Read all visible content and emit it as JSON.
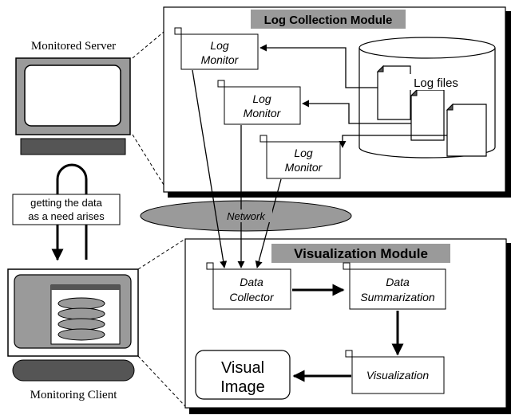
{
  "left": {
    "server_label": "Monitored Server",
    "client_label": "Monitoring Client",
    "fetch_note": [
      "getting the data",
      "as a need arises"
    ]
  },
  "network_label": "Network",
  "log_module": {
    "title": "Log Collection Module",
    "monitor_line1": "Log",
    "monitor_line2": "Monitor",
    "log_files_label": "Log files"
  },
  "viz_module": {
    "title": "Visualization Module",
    "collector": [
      "Data",
      "Collector"
    ],
    "summarization": [
      "Data",
      "Summarization"
    ],
    "visualization": "Visualization",
    "visual_image": [
      "Visual",
      "Image"
    ]
  }
}
